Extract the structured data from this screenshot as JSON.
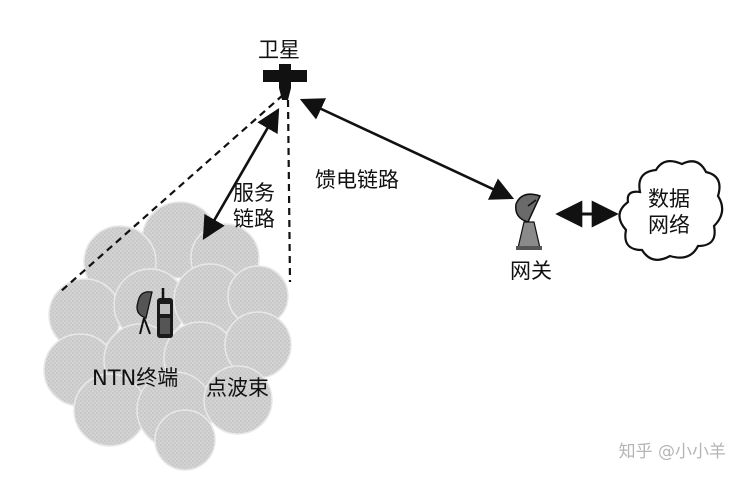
{
  "labels": {
    "satellite": "卫星",
    "service_link": [
      "服务",
      "链路"
    ],
    "feeder_link": "馈电链路",
    "gateway": "网关",
    "data_network": [
      "数据",
      "网络"
    ],
    "ntn_terminal": "NTN终端",
    "spot_beam": "点波束"
  },
  "watermark": "知乎 @小小羊",
  "colors": {
    "ink": "#111111",
    "beam_fill": "#c9c9c9",
    "watermark": "#b5b5b5"
  },
  "icons": [
    "satellite-icon",
    "gateway-dish-icon",
    "cloud-icon",
    "phone-icon",
    "dish-antenna-icon"
  ]
}
